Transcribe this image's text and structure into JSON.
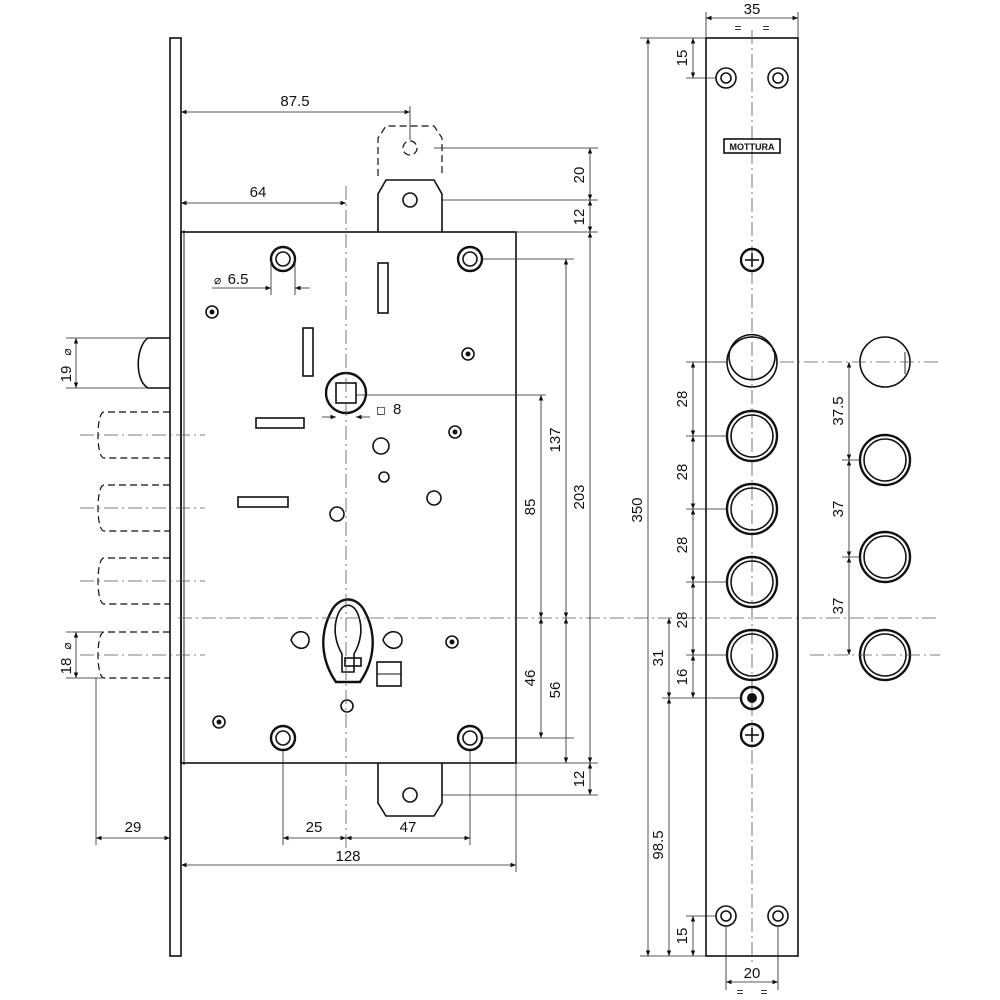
{
  "brand": "MOTTURA",
  "dimensions": {
    "d87_5": "87.5",
    "d64": "64",
    "d6_5": "6.5",
    "d19": "19",
    "d8": "8",
    "d18": "18",
    "d20_top": "20",
    "d12_top": "12",
    "d137": "137",
    "d203": "203",
    "d85": "85",
    "d46": "46",
    "d56": "56",
    "d12_bottom": "12",
    "d29": "29",
    "d25": "25",
    "d47": "47",
    "d128": "128",
    "d350": "350",
    "d35": "35",
    "d15_top": "15",
    "d28_a": "28",
    "d28_b": "28",
    "d28_c": "28",
    "d28_d": "28",
    "d31": "31",
    "d16": "16",
    "d98_5": "98.5",
    "d15_bottom": "15",
    "d20_bottom": "20",
    "d37_5": "37.5",
    "d37_a": "37",
    "d37_b": "37",
    "eq": "="
  },
  "symbols": {
    "diameter": "⌀",
    "square": "◻"
  }
}
